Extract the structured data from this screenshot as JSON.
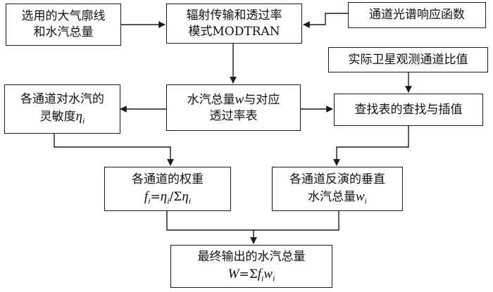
{
  "boxes": {
    "input_profile": {
      "line1": "选用的大气廓线",
      "line2": "和水汽总量"
    },
    "modtran": {
      "line1": "辐射传输和透过率",
      "line2": "模式MODTRAN"
    },
    "spectral_response": {
      "line1": "通道光谱响应函数"
    },
    "satellite_ratio": {
      "line1": "实际卫星观测通道比值"
    },
    "sensitivity": {
      "line1": "各通道对水汽的",
      "line2_prefix": "灵敏度",
      "symbol": "η",
      "sub": "i"
    },
    "lookup_table": {
      "line1_prefix": "水汽总量",
      "symbol": "w",
      "line1_suffix": "与对应",
      "line2": "透过率表"
    },
    "table_search": {
      "line1": "查找表的查找与插值"
    },
    "weights": {
      "line1": "各通道的权重",
      "f": "f",
      "i1": "i",
      "eq": "=",
      "eta1": "η",
      "i2": "i",
      "slash_sigma": "/Σ",
      "eta2": "η",
      "i3": "i"
    },
    "retrieved": {
      "line1": "各通道反演的垂直",
      "line2_prefix": "水汽总量",
      "symbol": "w",
      "sub": "i"
    },
    "final": {
      "line1": "最终输出的水汽总量",
      "W": "W",
      "eq_sigma": "=Σ",
      "f": "f",
      "i1": "i",
      "w": "w",
      "i2": "i"
    }
  },
  "colors": {
    "stroke": "#1a1a1a",
    "text": "#111111",
    "background": "#ffffff"
  }
}
